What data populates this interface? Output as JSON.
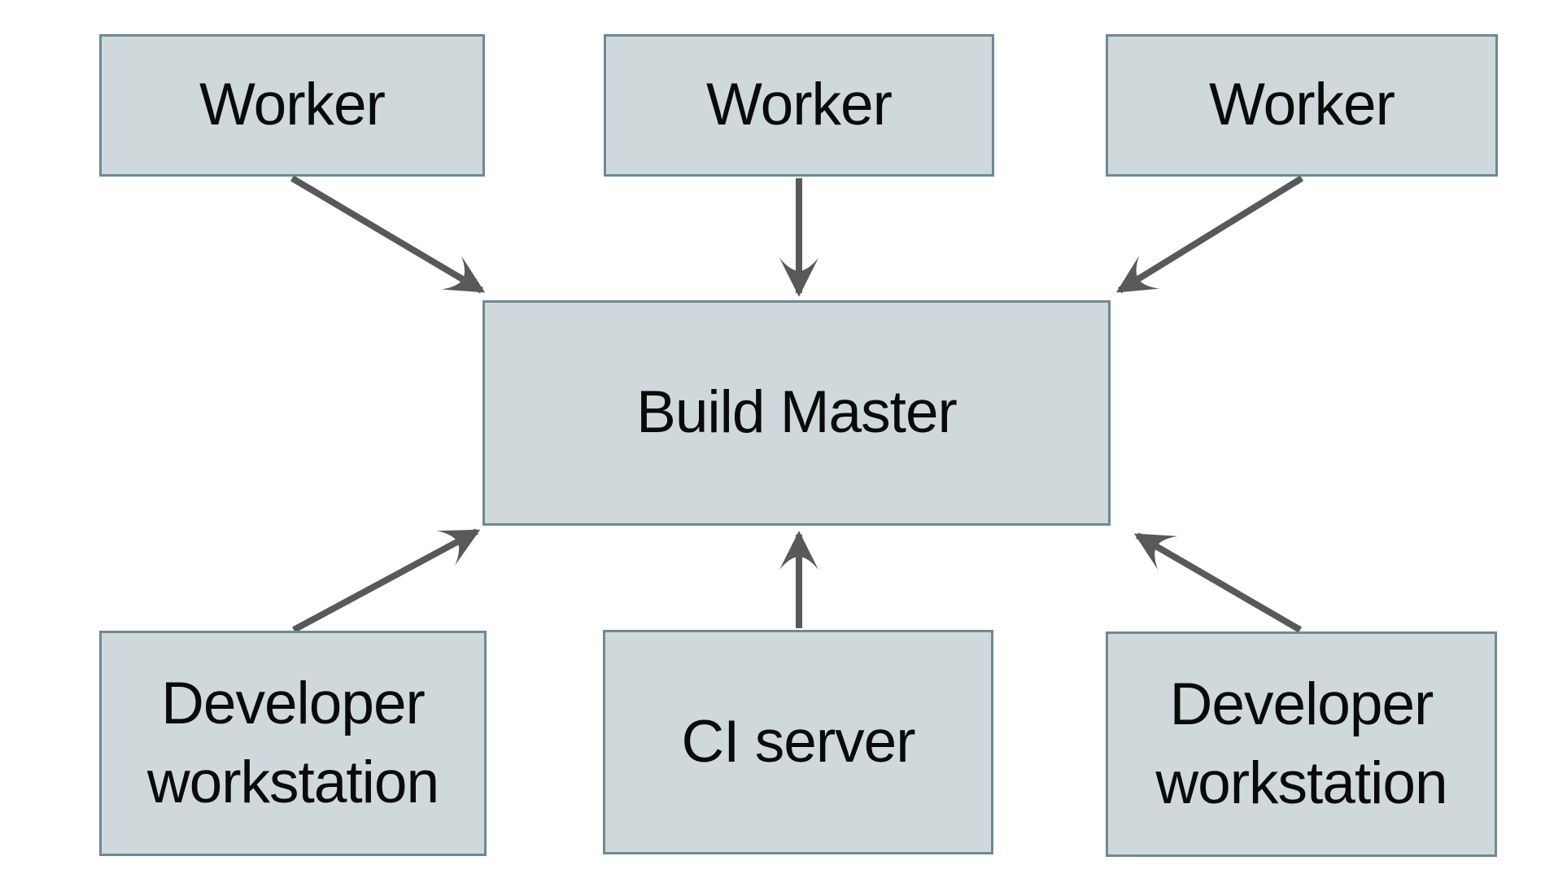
{
  "diagram": {
    "nodes": {
      "worker_1": {
        "label": "Worker"
      },
      "worker_2": {
        "label": "Worker"
      },
      "worker_3": {
        "label": "Worker"
      },
      "build_master": {
        "label": "Build Master"
      },
      "developer_workstation_left": {
        "label": "Developer workstation"
      },
      "ci_server": {
        "label": "CI server"
      },
      "developer_workstation_right": {
        "label": "Developer workstation"
      }
    },
    "connections": [
      {
        "from": "worker_1",
        "to": "build_master"
      },
      {
        "from": "worker_2",
        "to": "build_master"
      },
      {
        "from": "worker_3",
        "to": "build_master"
      },
      {
        "from": "developer_workstation_left",
        "to": "build_master"
      },
      {
        "from": "ci_server",
        "to": "build_master"
      },
      {
        "from": "developer_workstation_right",
        "to": "build_master"
      }
    ],
    "colors": {
      "background": "#ffffff",
      "box_fill": "#cfd9db",
      "box_border": "#6f8994",
      "arrow": "#58595a",
      "text": "#0a0a0a"
    }
  }
}
